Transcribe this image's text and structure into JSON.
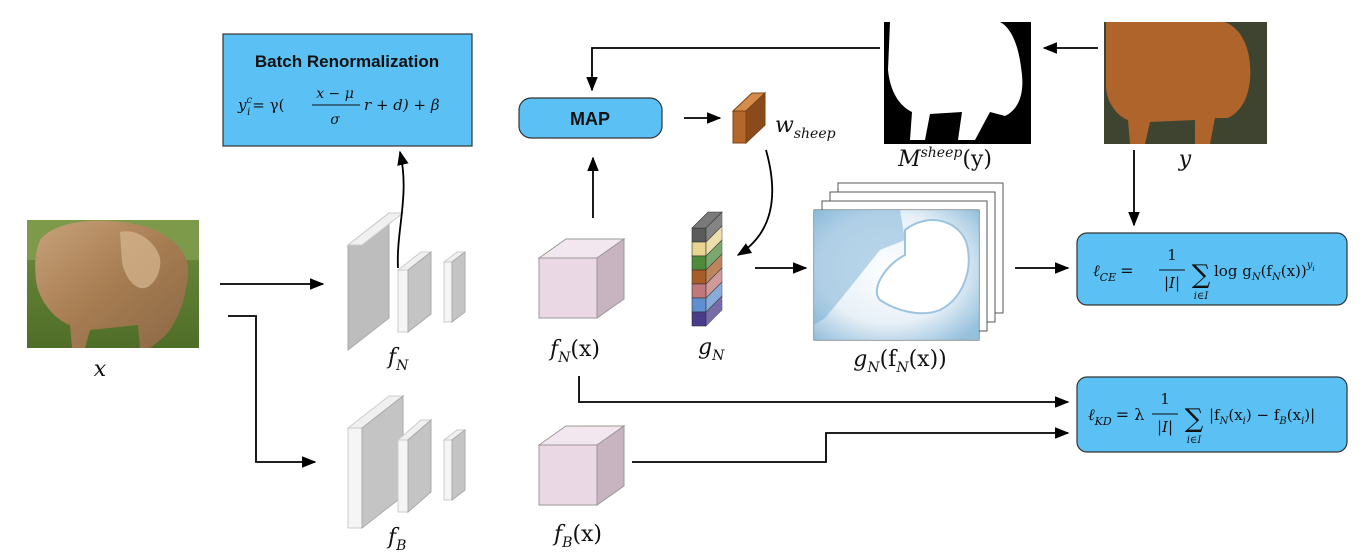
{
  "inputs": {
    "x_label": "x",
    "y_label": "y",
    "mask_label_base": "M",
    "mask_label_sup": "sheep",
    "mask_label_arg": "(y)"
  },
  "networks": {
    "fn_label_base": "f",
    "fn_label_sub": "N",
    "fb_label_base": "f",
    "fb_label_sub": "B",
    "fnx_label": "(x)",
    "fbx_label": "(x)"
  },
  "batch_renorm": {
    "title": "Batch Renormalization",
    "formula_lhs": "y",
    "formula_rhs": "= γ(",
    "formula_num": "x  − μ",
    "formula_den": "σ",
    "formula_tail": "r + d) + β",
    "sup_c": "c",
    "sub_i": "i"
  },
  "map_block": {
    "label": "MAP"
  },
  "weights": {
    "label_base": "w",
    "label_sub": "sheep"
  },
  "classifier": {
    "label_base": "g",
    "label_sub": "N"
  },
  "output": {
    "label_g": "g",
    "label_sub": "N",
    "label_inner": "(f",
    "label_tail": "(x))"
  },
  "losses": {
    "ce": {
      "lhs": "ℓ",
      "lhs_sub": "CE",
      "eq": "=",
      "frac_num": "1",
      "frac_den": "|I|",
      "sum": "∑",
      "sum_sub": "i∈I",
      "body": "log g",
      "body_sub": "N",
      "body_rest": "(f",
      "body_rest2": "(x))",
      "body_sup": "y",
      "body_sup_sub": "i"
    },
    "kd": {
      "lhs": "ℓ",
      "lhs_sub": "KD",
      "eq": "= λ",
      "frac_num": "1",
      "frac_den": "|I|",
      "sum": "∑",
      "sum_sub": "i∈I",
      "body": "|f",
      "body_sub1": "N",
      "body_mid": "(x",
      "body_mid_sub": "i",
      "body_mid2": ") − f",
      "body_sub2": "B",
      "body_end": "(x",
      "body_end_sub": "i",
      "body_close": ")|"
    }
  },
  "colors": {
    "box_blue": "#5bc1f5",
    "cube_pink": "#ead8e4",
    "layer_gray": "#d8d8d8",
    "weight_orange": "#b5662a",
    "mask_black": "#000000",
    "gt_overlay": "#b9672b"
  },
  "feature_stack_colors": [
    "#5b5b5b",
    "#e8d38f",
    "#4e8a3a",
    "#a85c27",
    "#c1787a",
    "#5f8fd0",
    "#4a3c8a"
  ]
}
